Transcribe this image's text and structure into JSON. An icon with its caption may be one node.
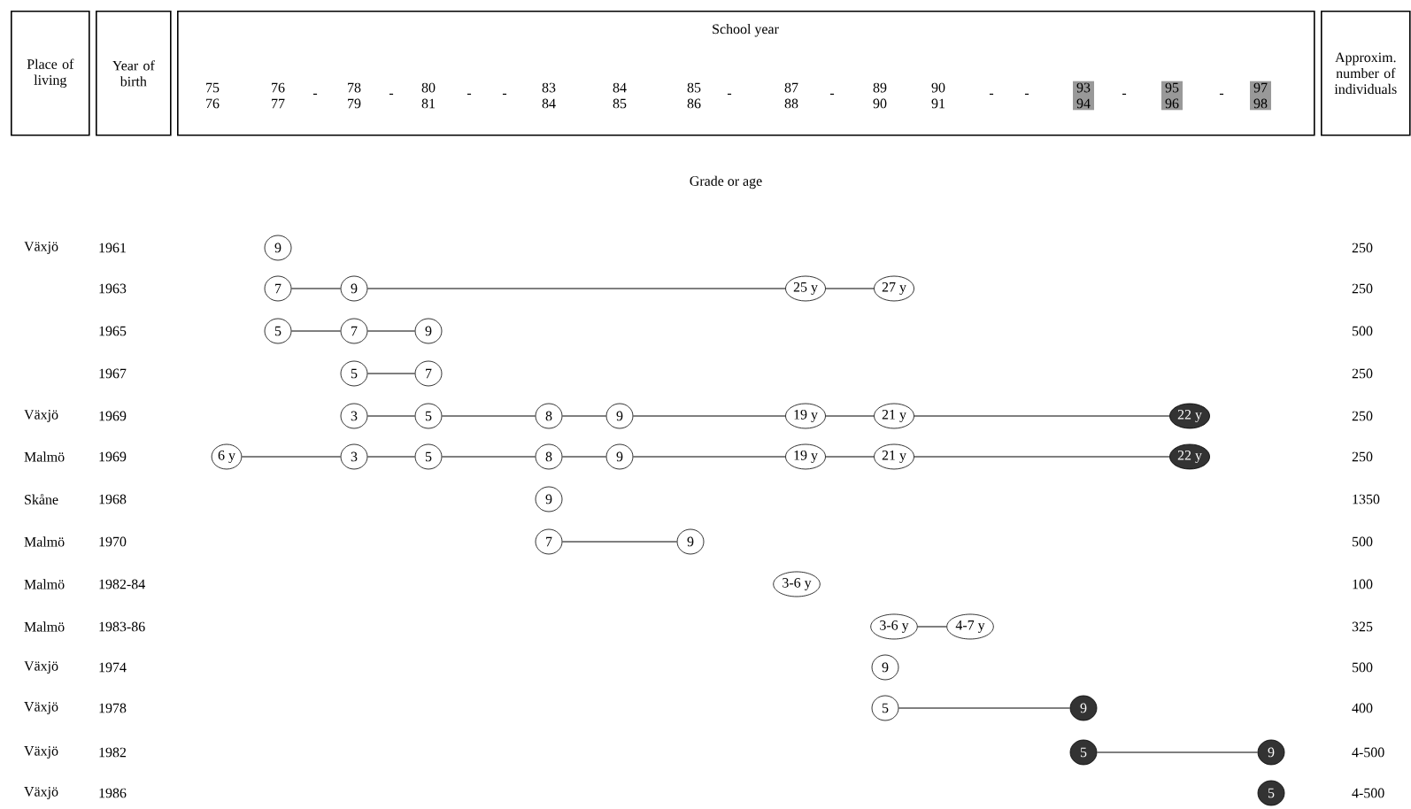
{
  "diagram": {
    "nodes": [
      {
        "text": [
          "Place of living"
        ]
      },
      {
        "text": [
          "Year of birth"
        ]
      },
      {
        "text": [
          "School year"
        ]
      },
      {
        "text": [
          "Approxim. number of individuals"
        ]
      },
      {
        "text": [
          "9"
        ]
      },
      {
        "text": [
          "7"
        ]
      },
      {
        "text": [
          "9"
        ]
      },
      {
        "text": [
          "25 y"
        ]
      },
      {
        "text": [
          "27 y"
        ]
      },
      {
        "text": [
          "5"
        ]
      },
      {
        "text": [
          "7"
        ]
      },
      {
        "text": [
          "9"
        ]
      },
      {
        "text": [
          "5"
        ]
      },
      {
        "text": [
          "7"
        ]
      },
      {
        "text": [
          "3"
        ]
      },
      {
        "text": [
          "5"
        ]
      },
      {
        "text": [
          "8"
        ]
      },
      {
        "text": [
          "9"
        ]
      },
      {
        "text": [
          "19 y"
        ]
      },
      {
        "text": [
          "21 y"
        ]
      },
      {
        "text": [
          "22 y"
        ]
      },
      {
        "text": [
          "6 y"
        ]
      },
      {
        "text": [
          "3"
        ]
      },
      {
        "text": [
          "5"
        ]
      },
      {
        "text": [
          "8"
        ]
      },
      {
        "text": [
          "9"
        ]
      },
      {
        "text": [
          "19 y"
        ]
      },
      {
        "text": [
          "21 y"
        ]
      },
      {
        "text": [
          "22 y"
        ]
      },
      {
        "text": [
          "9"
        ]
      },
      {
        "text": [
          "7"
        ]
      },
      {
        "text": [
          "9"
        ]
      },
      {
        "text": [
          "3-6 y"
        ]
      },
      {
        "text": [
          "3-6 y"
        ]
      },
      {
        "text": [
          "4-7 y"
        ]
      },
      {
        "text": [
          "9"
        ]
      },
      {
        "text": [
          "5"
        ]
      },
      {
        "text": [
          "9"
        ]
      },
      {
        "text": [
          "5"
        ]
      },
      {
        "text": [
          "9"
        ]
      },
      {
        "text": [
          "5"
        ]
      }
    ],
    "edges": [
      {
        "from": 5,
        "to": 6,
        "arrow": "none"
      },
      {
        "from": 6,
        "to": 7,
        "arrow": "none"
      },
      {
        "from": 7,
        "to": 8,
        "arrow": "none"
      },
      {
        "from": 9,
        "to": 10,
        "arrow": "none"
      },
      {
        "from": 10,
        "to": 11,
        "arrow": "none"
      },
      {
        "from": 12,
        "to": 13,
        "arrow": "none"
      },
      {
        "from": 14,
        "to": 15,
        "arrow": "none"
      },
      {
        "from": 15,
        "to": 16,
        "arrow": "none"
      },
      {
        "from": 16,
        "to": 17,
        "arrow": "none"
      },
      {
        "from": 17,
        "to": 18,
        "arrow": "none"
      },
      {
        "from": 18,
        "to": 19,
        "arrow": "none"
      },
      {
        "from": 19,
        "to": 20,
        "arrow": "none"
      },
      {
        "from": 21,
        "to": 22,
        "arrow": "none"
      },
      {
        "from": 22,
        "to": 23,
        "arrow": "none"
      },
      {
        "from": 23,
        "to": 24,
        "arrow": "none"
      },
      {
        "from": 24,
        "to": 25,
        "arrow": "none"
      },
      {
        "from": 25,
        "to": 26,
        "arrow": "none"
      },
      {
        "from": 26,
        "to": 27,
        "arrow": "none"
      },
      {
        "from": 27,
        "to": 28,
        "arrow": "none"
      },
      {
        "from": 30,
        "to": 31,
        "arrow": "none"
      },
      {
        "from": 33,
        "to": 34,
        "arrow": "none"
      },
      {
        "from": 36,
        "to": 37,
        "arrow": "none"
      },
      {
        "from": 38,
        "to": 39,
        "arrow": "none"
      }
    ],
    "labels": [
      "75 76",
      "76 77",
      "-",
      "78 79",
      "-",
      "80 81",
      "-",
      "-",
      "83 84",
      "84 85",
      "85 86",
      "-",
      "87 88",
      "-",
      "89 90",
      "90 91",
      "-",
      "-",
      "93 94",
      "-",
      "95 96",
      "-",
      "97 98",
      "Grade or age",
      "Växjö",
      "1961",
      "250",
      "1963",
      "250",
      "1965",
      "500",
      "1967",
      "250",
      "Växjö",
      "1969",
      "250",
      "Malmö",
      "1969",
      "250",
      "Skåne",
      "1968",
      "1350",
      "Malmö",
      "1970",
      "500",
      "Malmö",
      "1982-84",
      "100",
      "Malmö",
      "1983-86",
      "325",
      "Växjö",
      "1974",
      "500",
      "Växjö",
      "1978",
      "400",
      "Växjö",
      "1982",
      "4-500",
      "Växjö",
      "1986",
      "4-500"
    ]
  }
}
